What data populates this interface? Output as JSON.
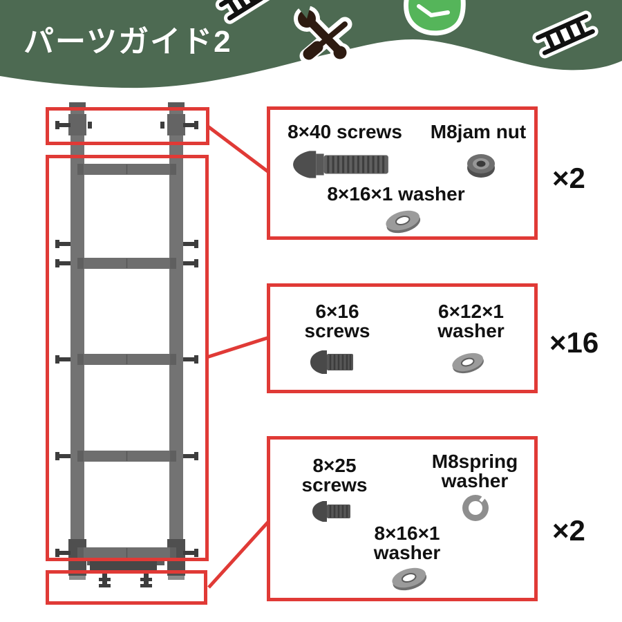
{
  "header": {
    "title": "パーツガイド2",
    "icons": [
      "ladder-icon",
      "wrench-screwdriver-icon",
      "clock-icon",
      "ladder-icon"
    ]
  },
  "colors": {
    "header_green": "#4d6a52",
    "accent_red": "#e03a36",
    "clock_green": "#55b55a",
    "tool_brown": "#2e1b11",
    "ladder_gray": "#737373",
    "text_black": "#111111"
  },
  "diagram": {
    "subject": "ladder-exploded-view",
    "callouts": [
      "top-fixing-area",
      "main-frame-area",
      "bottom-feet-area"
    ]
  },
  "boxes": [
    {
      "quantity": "×2",
      "items": [
        {
          "icon": "screw-8x40-icon",
          "lines": [
            "8×40 screws"
          ]
        },
        {
          "icon": "m8-jam-nut-icon",
          "lines": [
            "M8jam nut"
          ]
        },
        {
          "icon": "washer-8x16x1-icon",
          "lines": [
            "8×16×1 washer"
          ]
        }
      ]
    },
    {
      "quantity": "×16",
      "items": [
        {
          "icon": "screw-6x16-icon",
          "lines": [
            "6×16",
            "screws"
          ]
        },
        {
          "icon": "washer-6x12x1-icon",
          "lines": [
            "6×12×1",
            "washer"
          ]
        }
      ]
    },
    {
      "quantity": "×2",
      "items": [
        {
          "icon": "screw-8x25-icon",
          "lines": [
            "8×25",
            "screws"
          ]
        },
        {
          "icon": "m8-spring-washer-icon",
          "lines": [
            "M8spring",
            "washer"
          ]
        },
        {
          "icon": "washer-8x16x1-icon",
          "lines": [
            "8×16×1",
            "washer"
          ]
        }
      ]
    }
  ]
}
